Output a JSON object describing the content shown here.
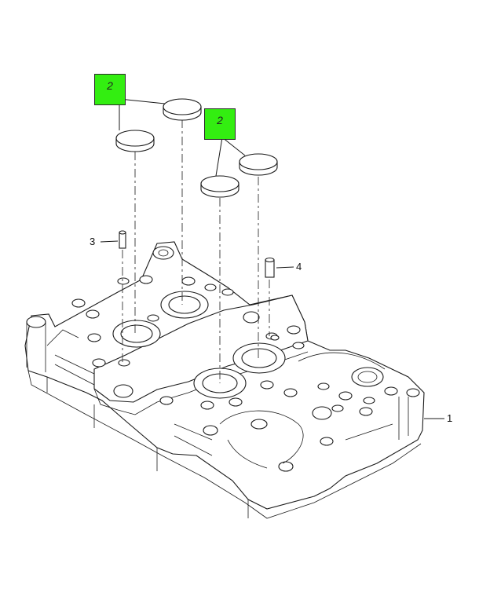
{
  "callouts": {
    "plug_group_a": "2",
    "plug_group_b": "2",
    "dowel_pin": "3",
    "sleeve": "4",
    "housing": "1"
  },
  "colors": {
    "callout_highlight": "#33ee11",
    "line": "#1a1a1a"
  }
}
